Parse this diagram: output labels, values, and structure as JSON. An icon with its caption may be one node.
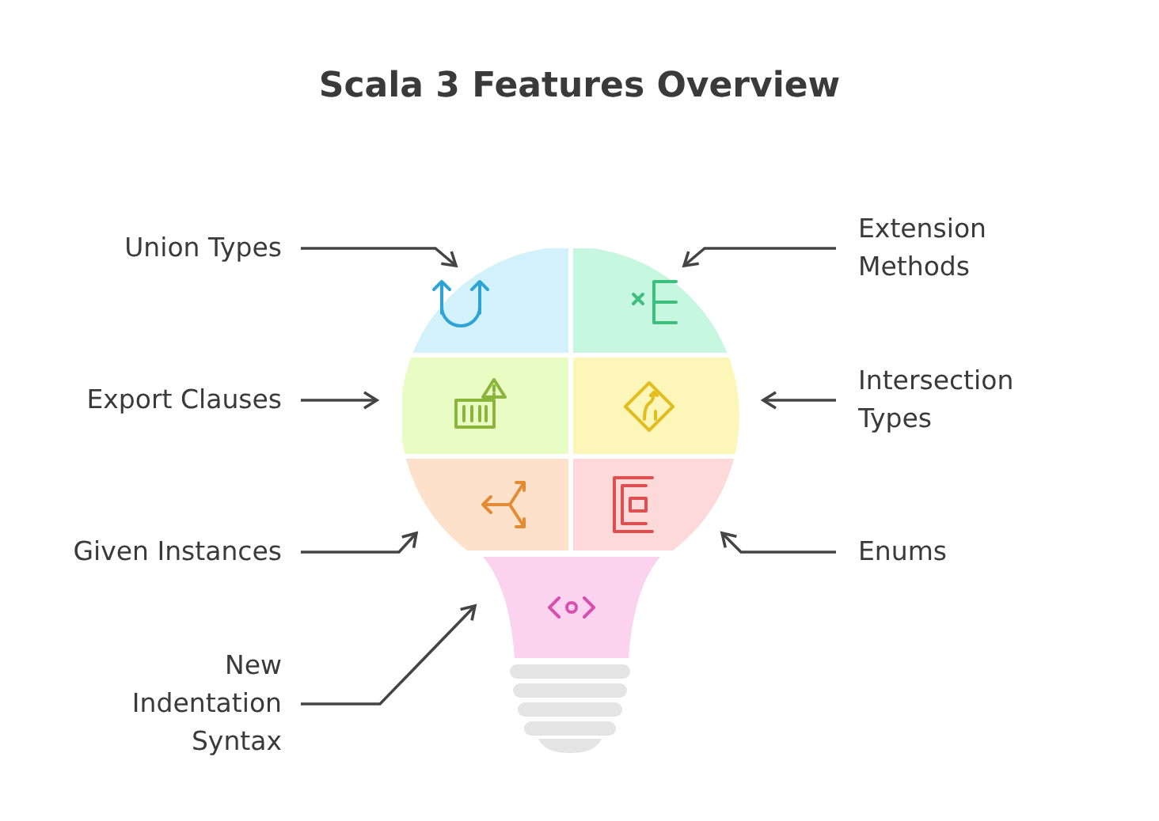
{
  "diagram": {
    "title": "Scala 3 Features Overview",
    "nodes": [
      {
        "text": [
          "Union Types"
        ]
      },
      {
        "text": [
          "Extension Methods"
        ]
      },
      {
        "text": [
          "Export Clauses"
        ]
      },
      {
        "text": [
          "Intersection Types"
        ]
      },
      {
        "text": [
          "Given Instances"
        ]
      },
      {
        "text": [
          "Enums"
        ]
      },
      {
        "text": [
          "New Indentation Syntax"
        ]
      },
      {
        "text": [],
        "shape": "picture"
      },
      {
        "text": [],
        "shape": "picture"
      },
      {
        "text": [],
        "shape": "picture"
      },
      {
        "text": [],
        "shape": "picture"
      },
      {
        "text": [],
        "shape": "picture"
      },
      {
        "text": [],
        "shape": "picture"
      },
      {
        "text": [],
        "shape": "picture"
      }
    ],
    "edges": [
      {
        "from": 0,
        "to": 7,
        "arrow": "to"
      },
      {
        "from": 1,
        "to": 8,
        "arrow": "to"
      },
      {
        "from": 2,
        "to": 9,
        "arrow": "to"
      },
      {
        "from": 3,
        "to": 10,
        "arrow": "to"
      },
      {
        "from": 4,
        "to": 11,
        "arrow": "to"
      },
      {
        "from": 5,
        "to": 12,
        "arrow": "to"
      },
      {
        "from": 6,
        "to": 13,
        "arrow": "to"
      }
    ]
  }
}
